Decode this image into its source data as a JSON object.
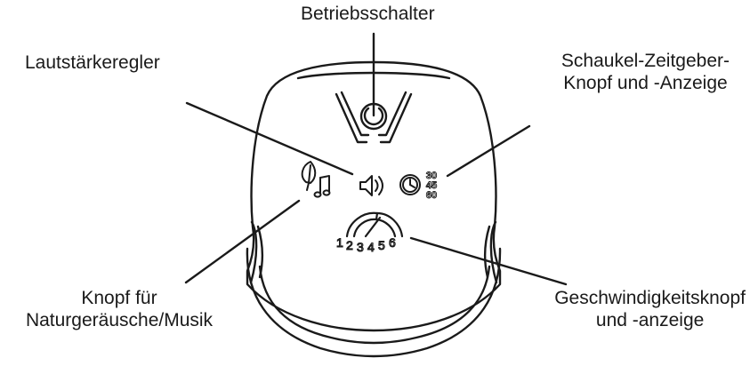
{
  "labels": {
    "power_switch": "Betriebsschalter",
    "volume_control": "Lautstärkeregler",
    "timer": {
      "line1": "Schaukel-Zeitgeber-",
      "line2": "Knopf und -Anzeige"
    },
    "nature_music": {
      "line1": "Knopf für",
      "line2": "Naturgeräusche/Musik"
    },
    "speed": {
      "line1": "Geschwindigkeitsknopf",
      "line2": "und -anzeige"
    }
  },
  "timer_values": [
    "30",
    "45",
    "60"
  ],
  "speed_levels": [
    "1",
    "2",
    "3",
    "4",
    "5",
    "6"
  ],
  "icons": {
    "power": "power-icon",
    "volume": "speaker-icon",
    "timer": "clock-icon",
    "nature": "leaf-icon",
    "music": "music-note-icon",
    "speed": "speed-dial-icon"
  },
  "colors": {
    "outline": "#1a1a1a",
    "background": "#ffffff"
  }
}
